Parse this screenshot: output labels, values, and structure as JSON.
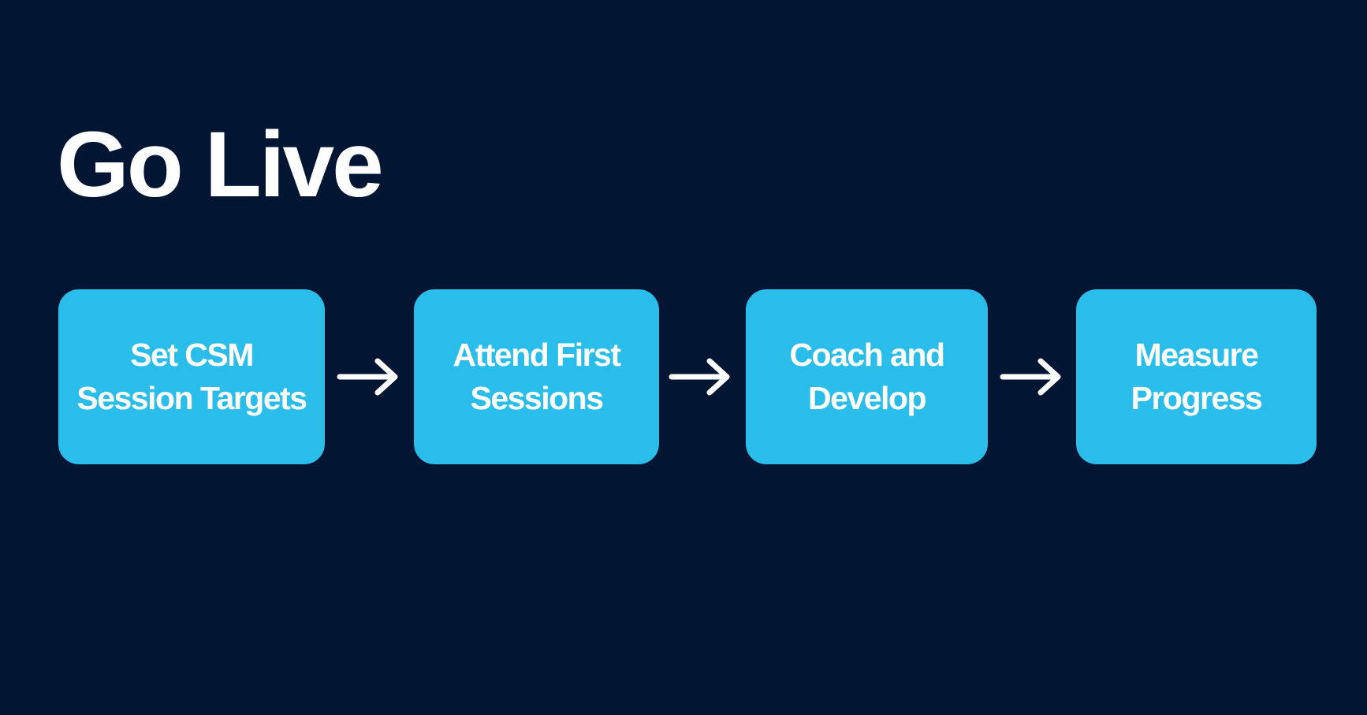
{
  "slide": {
    "title": "Go Live",
    "background_color": "#021634",
    "box_color": "#2bbde9",
    "text_color": "#ffffff"
  },
  "steps": [
    {
      "label": "Set CSM Session Targets"
    },
    {
      "label": "Attend First Sessions"
    },
    {
      "label": "Coach and Develop"
    },
    {
      "label": "Measure Progress"
    }
  ],
  "connectors": [
    {
      "icon": "arrow-right-icon"
    },
    {
      "icon": "arrow-right-icon"
    },
    {
      "icon": "arrow-right-icon"
    }
  ]
}
